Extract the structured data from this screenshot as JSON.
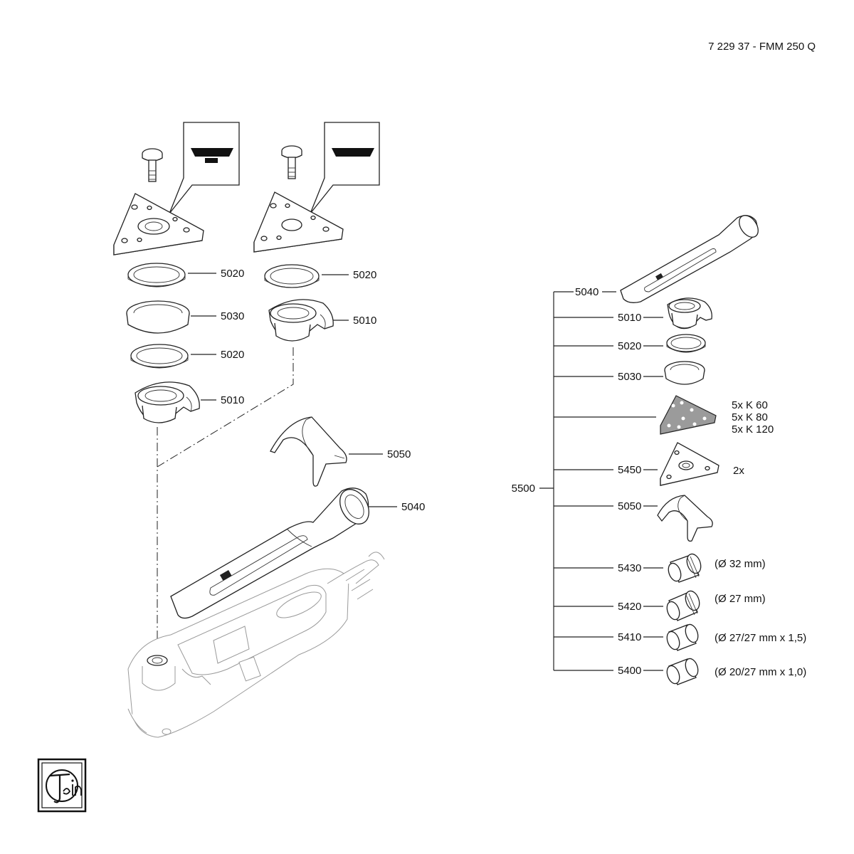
{
  "header": {
    "document_id": "7 229 37 - FMM 250 Q"
  },
  "brand": {
    "logo_text": "fein"
  },
  "left_assembly": {
    "labels": {
      "a": "5020",
      "b": "5030",
      "c": "5020",
      "d": "5010",
      "e": "5020",
      "f": "5010",
      "g": "5050",
      "h": "5040"
    }
  },
  "kit": {
    "number": "5500",
    "items": [
      {
        "code": "5040",
        "note": ""
      },
      {
        "code": "5010",
        "note": ""
      },
      {
        "code": "5020",
        "note": ""
      },
      {
        "code": "5030",
        "note": ""
      },
      {
        "code": "",
        "note": [
          "5x K 60",
          "5x K 80",
          "5x K 120"
        ]
      },
      {
        "code": "5450",
        "note": "2x"
      },
      {
        "code": "5050",
        "note": ""
      },
      {
        "code": "5430",
        "note": "(Ø 32 mm)"
      },
      {
        "code": "5420",
        "note": "(Ø 27 mm)"
      },
      {
        "code": "5410",
        "note": "(Ø 27/27 mm x 1,5)"
      },
      {
        "code": "5400",
        "note": "(Ø 20/27 mm x 1,0)"
      }
    ]
  }
}
